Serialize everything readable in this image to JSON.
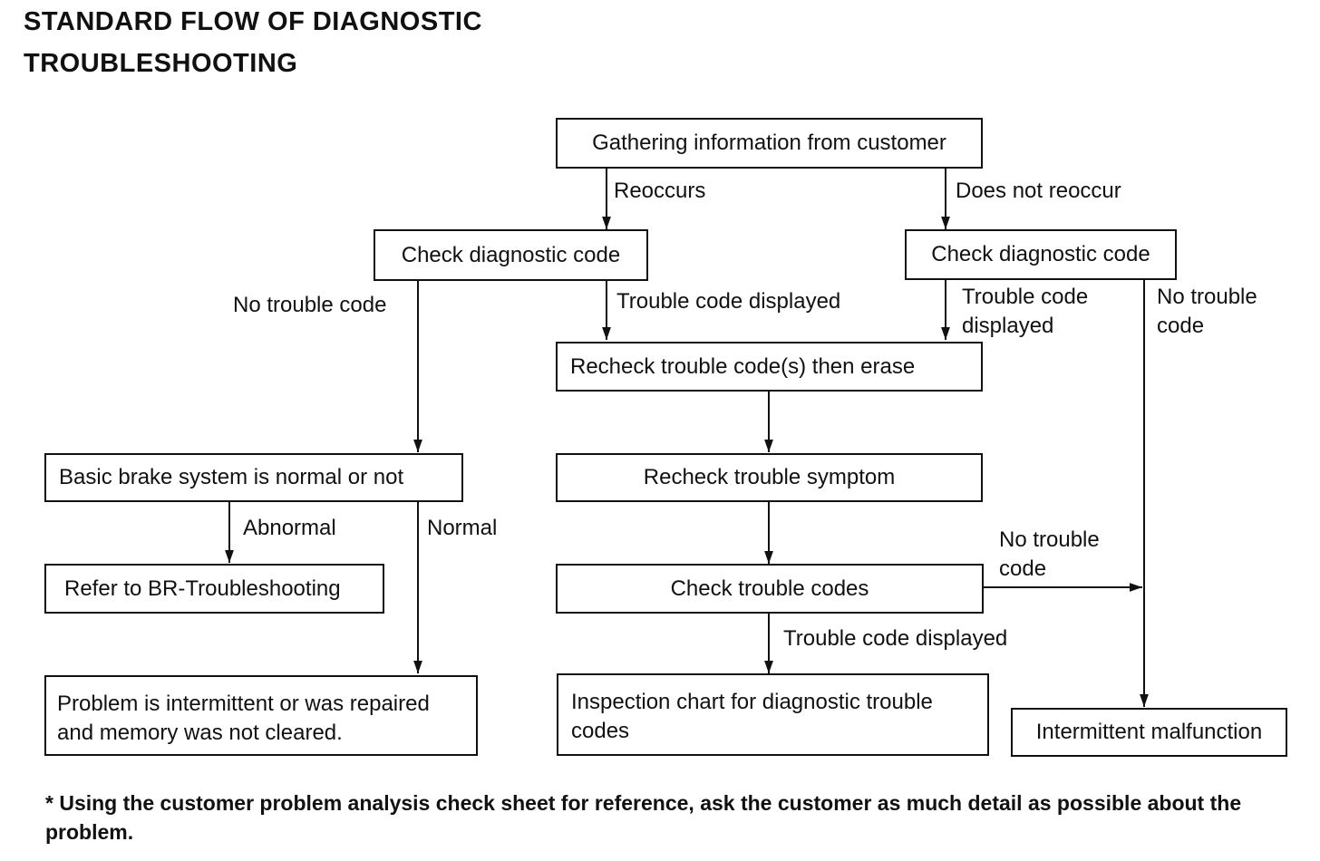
{
  "title": {
    "line1": "STANDARD FLOW OF DIAGNOSTIC",
    "line2": "TROUBLESHOOTING"
  },
  "nodes": {
    "gather": "Gathering information from customer",
    "check_left": "Check diagnostic code",
    "check_right": "Check diagnostic code",
    "recheck_erase": "Recheck trouble code(s) then erase",
    "basic_brake": "Basic brake system is normal or not",
    "recheck_symptom": "Recheck trouble symptom",
    "refer_br": "Refer to BR-Troubleshooting",
    "check_codes": "Check trouble codes",
    "intermittent_problem": "Problem is intermittent or was repaired and memory was not cleared.",
    "inspection_chart": "Inspection chart for diagnostic trouble codes",
    "intermittent_malfunction": "Intermittent malfunction"
  },
  "labels": {
    "reoccurs": "Reoccurs",
    "does_not_reoccur": "Does not reoccur",
    "no_trouble_code_left": "No trouble code",
    "trouble_code_displayed_mid": "Trouble code displayed",
    "trouble_code_displayed_right": "Trouble code displayed",
    "no_trouble_code_right": "No trouble code",
    "abnormal": "Abnormal",
    "normal": "Normal",
    "no_trouble_code_lower": "No trouble code",
    "trouble_code_displayed_bottom": "Trouble code displayed"
  },
  "footnote": "* Using the customer problem analysis check sheet for reference, ask the customer as much detail as possible about the problem."
}
